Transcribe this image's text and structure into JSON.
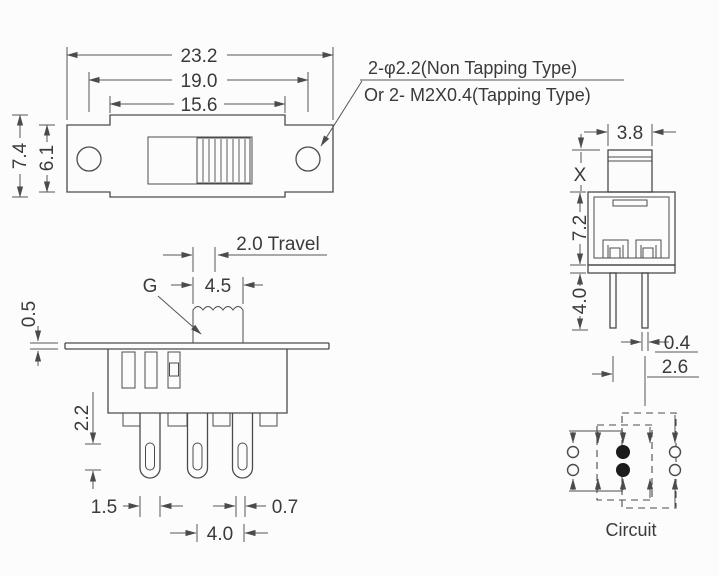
{
  "drawing": {
    "note": {
      "line1": "2-φ2.2(Non Tapping Type)",
      "line2": "Or 2- M2X0.4(Tapping Type)"
    },
    "top_view": {
      "dim_total_width": "23.2",
      "dim_hole_pitch": "19.0",
      "dim_slot_width": "15.6",
      "dim_body_height": "7.4",
      "dim_end_height": "6.1"
    },
    "front_view": {
      "dim_travel": "2.0  Travel",
      "knob_label": "G",
      "dim_knob_width": "4.5",
      "dim_flange_thickness": "0.5",
      "dim_hole_length": "2.2",
      "dim_terminal_width": "1.5",
      "dim_terminal_thickness": "0.7",
      "dim_terminal_pitch": "4.0"
    },
    "side_view": {
      "dim_knob_width": "3.8",
      "dim_knob_height": "X",
      "dim_body_height": "7.2",
      "dim_pin_length": "4.0",
      "dim_pin_width": "0.4",
      "dim_pin_pitch": "2.6"
    },
    "circuit": {
      "label": "Circuit"
    }
  }
}
